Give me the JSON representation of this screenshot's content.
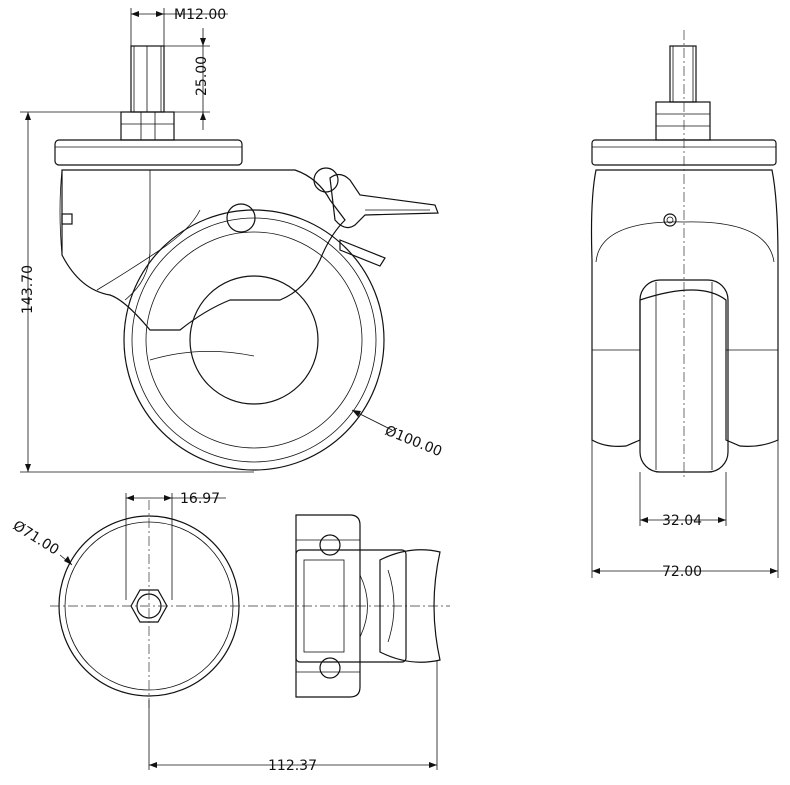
{
  "dimensions": {
    "stem_thread": "M12.00",
    "stem_length": "25.00",
    "overall_height": "143.70",
    "wheel_diameter": "Ø100.00",
    "plate_diameter": "Ø71.00",
    "offset": "16.97",
    "overall_length": "112.37",
    "wheel_width": "32.04",
    "overall_width": "72.00"
  }
}
